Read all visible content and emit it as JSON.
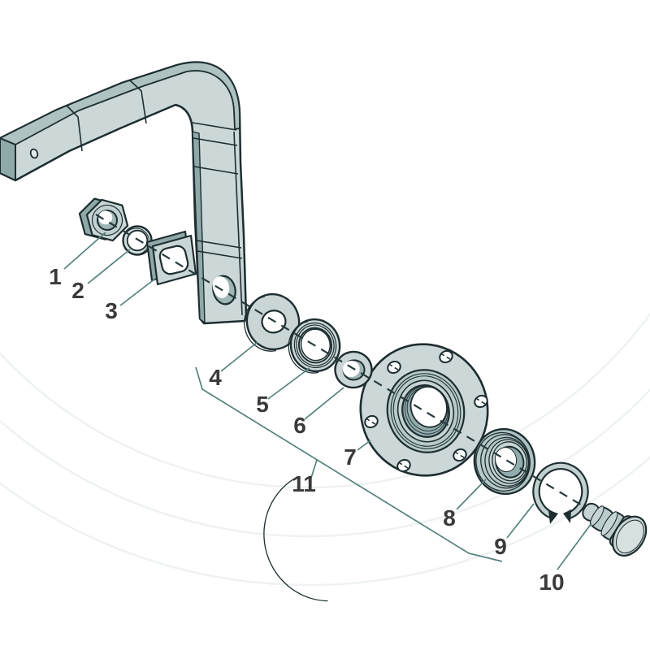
{
  "diagram": {
    "type": "exploded-parts-diagram",
    "background_color": "#ffffff",
    "outline_color": "#1d2d30",
    "leader_line_color": "#54827e",
    "axis_line_color": "#263a3d",
    "label_color": "#3a3a3a",
    "face_light_color": "#cbd8d7",
    "face_medium_color": "#aec2c1",
    "face_dark_color": "#8fa8a8",
    "bore_shadow_color": "#93acad",
    "watermark_color": "#eef2f2",
    "labels": [
      "1",
      "2",
      "3",
      "4",
      "5",
      "6",
      "7",
      "8",
      "9",
      "10",
      "11"
    ]
  }
}
